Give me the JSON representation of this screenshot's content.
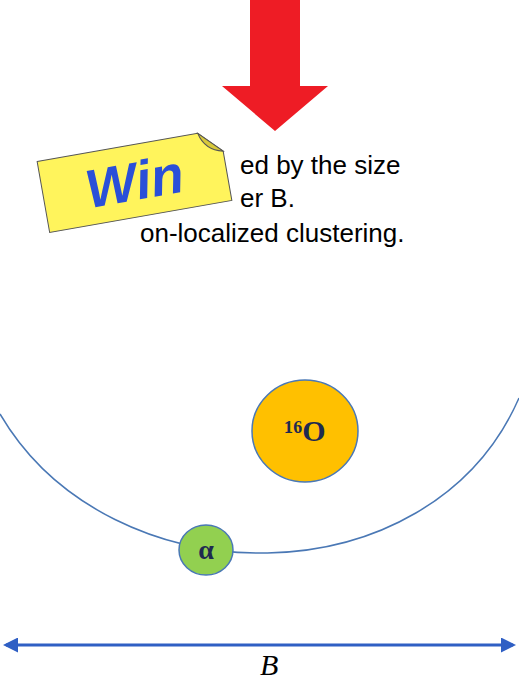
{
  "diagram": {
    "nodes": [
      {
        "text": [
          "Win"
        ]
      },
      {
        "text": [
          "¹⁶O"
        ]
      },
      {
        "text": [
          "α"
        ]
      }
    ],
    "labels": [
      "ed by the size",
      "er B.",
      "on-localized clustering.",
      "B"
    ]
  }
}
